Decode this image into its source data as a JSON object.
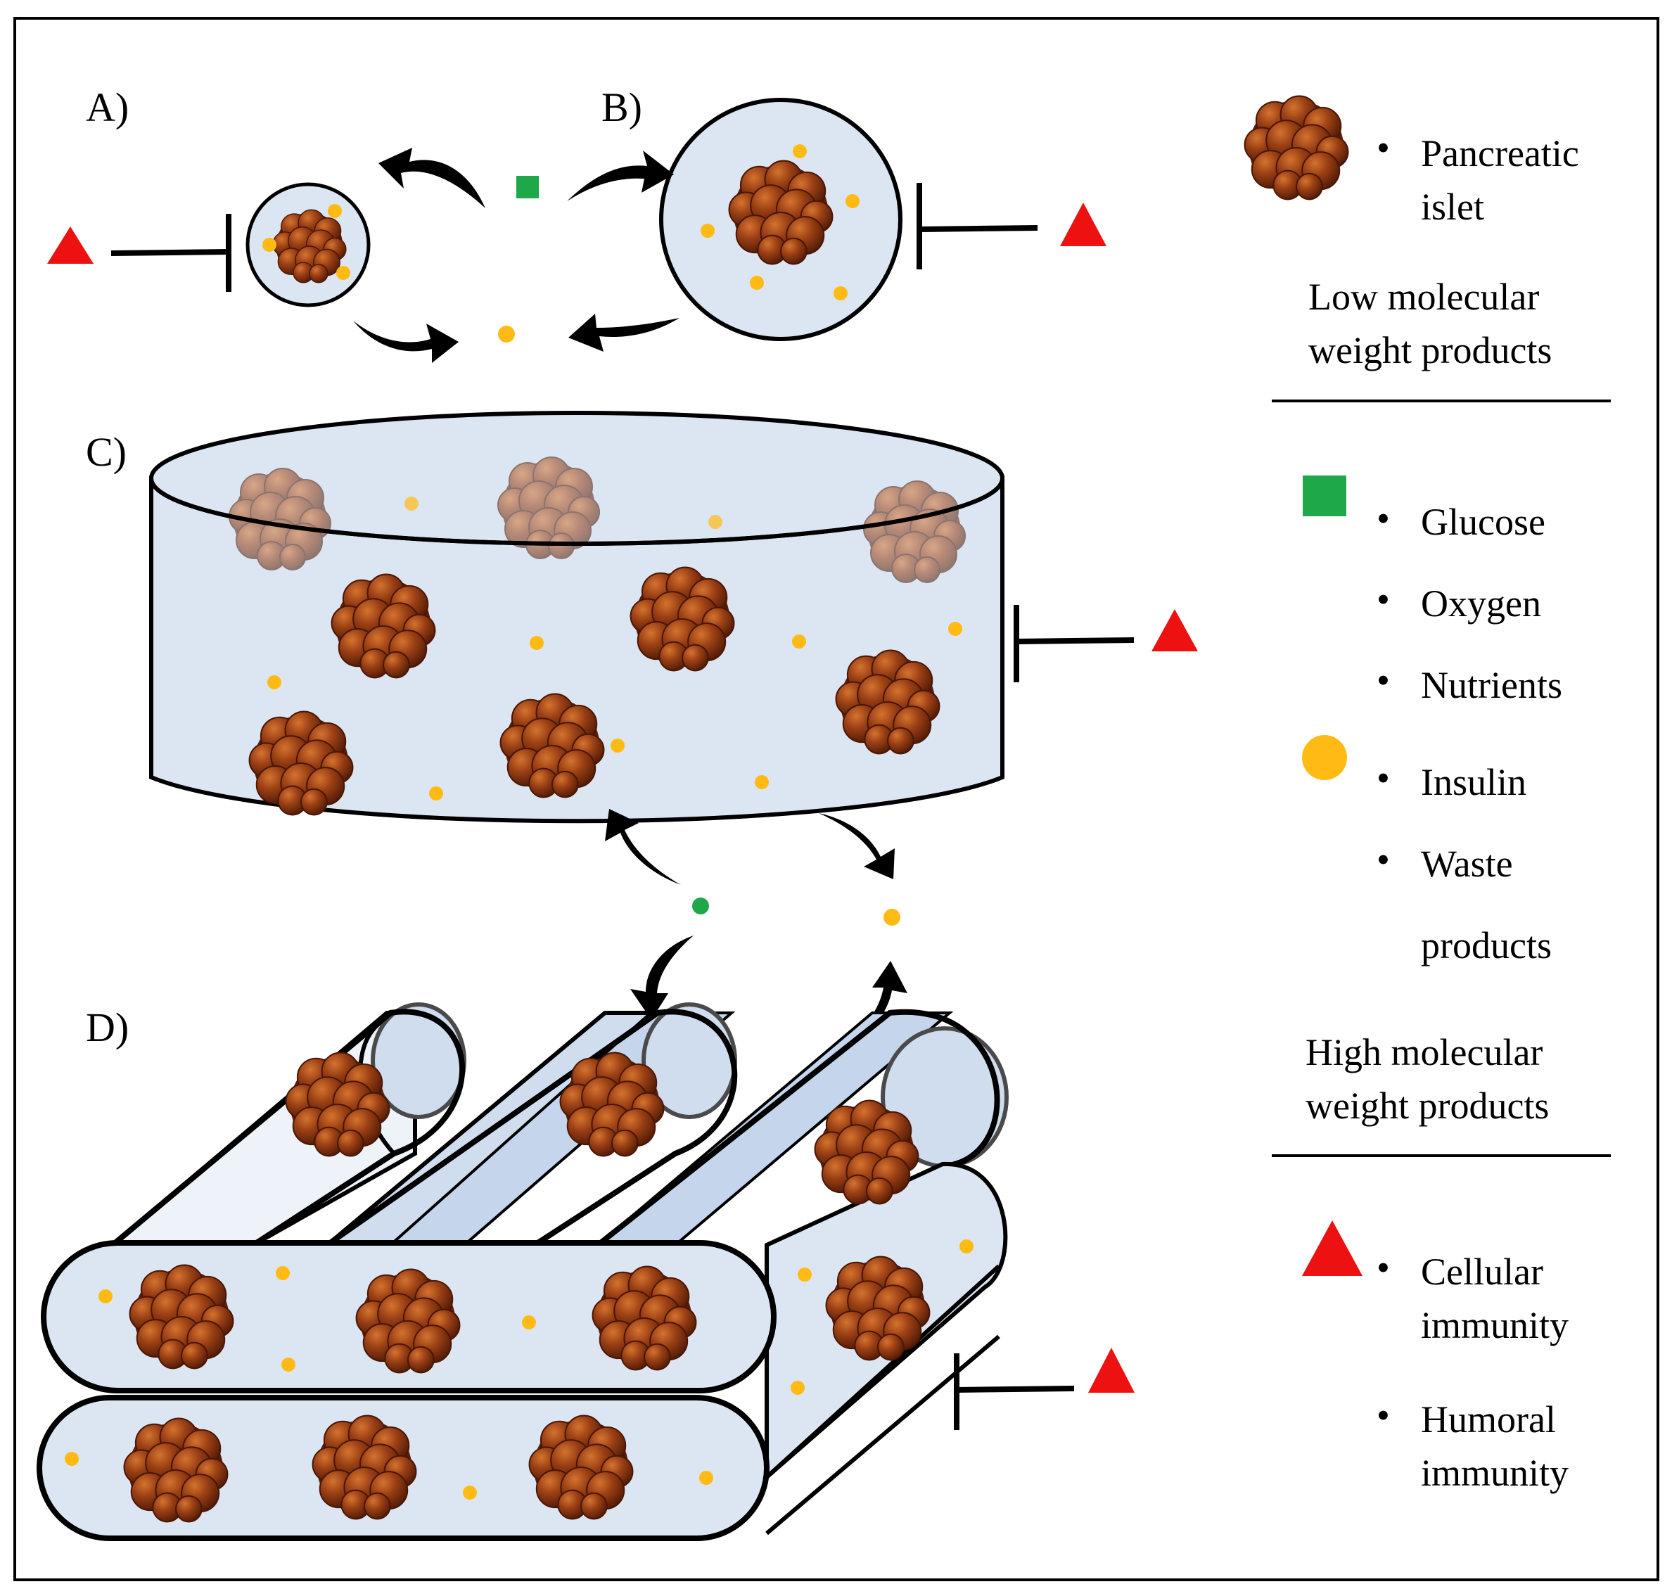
{
  "panels": {
    "a": "A)",
    "b": "B)",
    "c": "C)",
    "d": "D)"
  },
  "legend": {
    "islet": {
      "line1": "Pancreatic",
      "line2": "islet",
      "icon": "islet-icon"
    },
    "low_heading": {
      "line1": "Low molecular",
      "line2": "weight products"
    },
    "low_items": [
      "Glucose",
      "Oxygen",
      "Nutrients",
      "Insulin",
      "Waste",
      "products"
    ],
    "high_heading": {
      "line1": "High molecular",
      "line2": "weight products"
    },
    "high_items": [
      "Cellular",
      "immunity",
      "Humoral",
      "immunity"
    ],
    "bullet": "•"
  },
  "colors": {
    "capsule_fill": "#dce6f2",
    "islet_dark": "#6e2a0c",
    "islet_mid": "#9a3f14",
    "islet_light": "#c0662a",
    "glucose": "#1fa84a",
    "insulin": "#ffbb14",
    "immune": "#ee1111"
  }
}
